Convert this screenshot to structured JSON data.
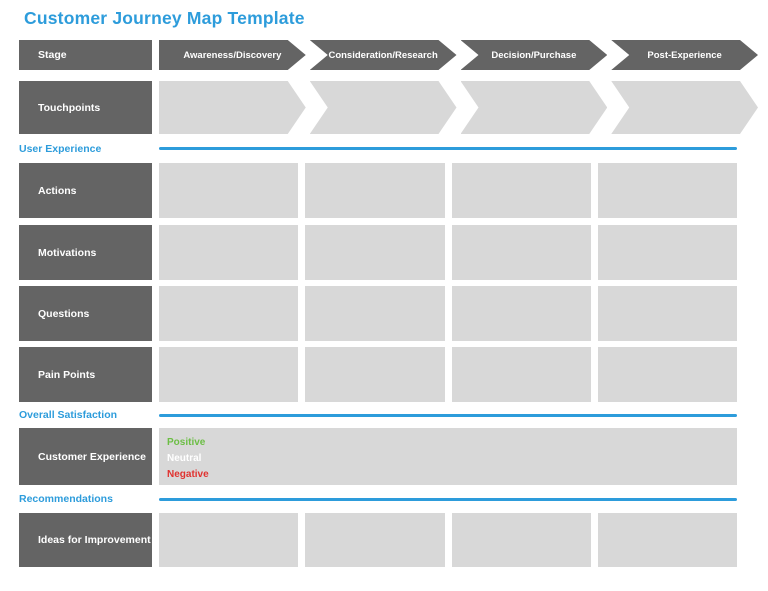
{
  "title": "Customer Journey Map Template",
  "colors": {
    "accent_blue": "#2d9cdb",
    "header_dark_gray": "#646464",
    "cell_light_gray": "#d8d8d8",
    "positive_green": "#6cbe45",
    "neutral_white": "#ffffff",
    "negative_red": "#e0322f"
  },
  "journey": {
    "stage_label": "Stage",
    "stages": [
      "Awareness/Discovery",
      "Consideration/Research",
      "Decision/Purchase",
      "Post-Experience"
    ],
    "touchpoints_label": "Touchpoints"
  },
  "sections": {
    "user_experience": {
      "heading": "User Experience",
      "row_labels": [
        "Actions",
        "Motivations",
        "Questions",
        "Pain Points"
      ]
    },
    "overall_satisfaction": {
      "heading": "Overall Satisfaction",
      "row_label": "Customer Experience",
      "legend": {
        "positive": "Positive",
        "neutral": "Neutral",
        "negative": "Negative"
      }
    },
    "recommendations": {
      "heading": "Recommendations",
      "row_label": "Ideas for Improvement"
    }
  }
}
